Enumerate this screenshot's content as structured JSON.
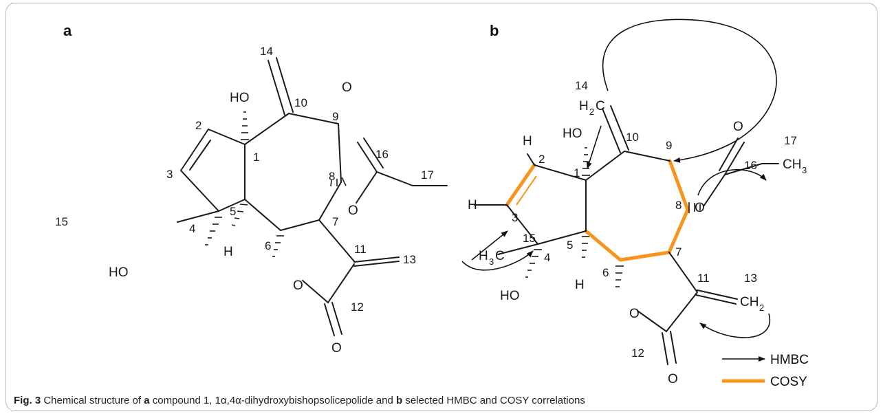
{
  "panel_labels": [
    "a",
    "b"
  ],
  "atom_labels": {
    "HO": "HO",
    "H": "H",
    "O": "O",
    "H2C_main": "H",
    "H2C_sub": "2",
    "H2C_tail": "C",
    "CH2_main": "CH",
    "CH2_sub": "2",
    "CH3_main": "CH",
    "CH3_sub": "3",
    "H3C_main": "H",
    "H3C_sub": "3",
    "H3C_tail": "C"
  },
  "atom_numbers": [
    "1",
    "2",
    "3",
    "4",
    "5",
    "6",
    "7",
    "8",
    "9",
    "10",
    "11",
    "12",
    "13",
    "14",
    "15",
    "16",
    "17"
  ],
  "legend": {
    "hmbc": "HMBC",
    "cosy": "COSY",
    "cosy_color": "#f7941d"
  },
  "caption": {
    "fig": "Fig. 3",
    "t1": "Chemical structure of ",
    "a": "a",
    "t2": " compound 1, 1α,4α-dihydroxybishopsolicepolide and ",
    "b": "b",
    "t3": " selected HMBC and COSY correlations"
  }
}
